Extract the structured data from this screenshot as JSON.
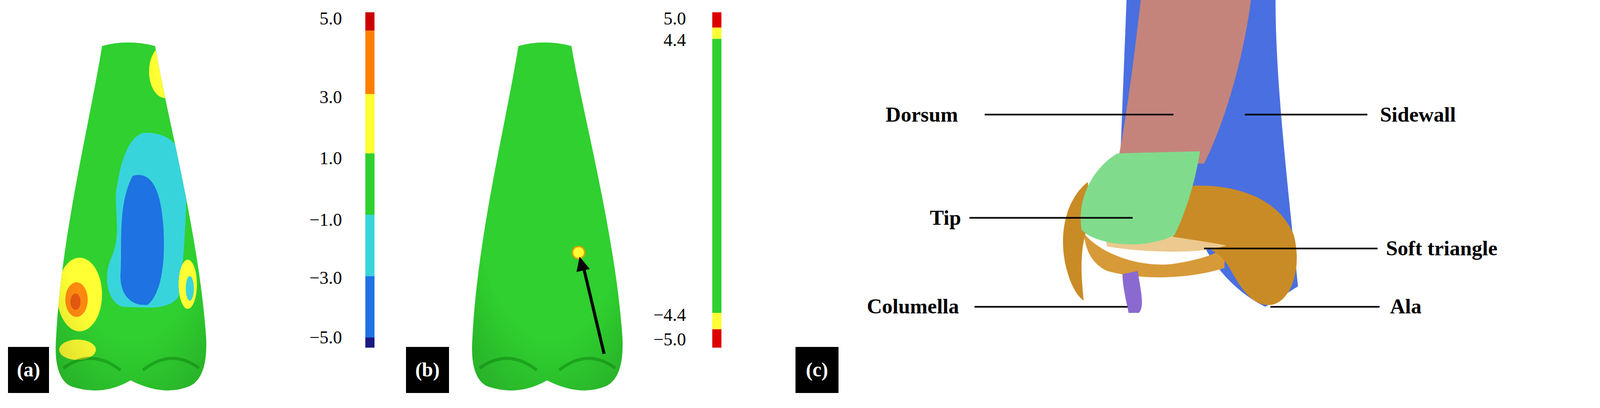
{
  "diagram": {
    "nodes": [
      {
        "text": [
          "(a)"
        ]
      },
      {
        "text": [
          "(b)"
        ]
      },
      {
        "text": [
          "(c)"
        ]
      }
    ],
    "labels": [
      "5.0",
      "3.0",
      "1.0",
      "−1.0",
      "−3.0",
      "−5.0",
      "5.0",
      "4.4",
      "−4.4",
      "−5.0",
      "Dorsum",
      "Sidewall",
      "Tip",
      "Soft triangle",
      "Columella",
      "Ala"
    ]
  }
}
